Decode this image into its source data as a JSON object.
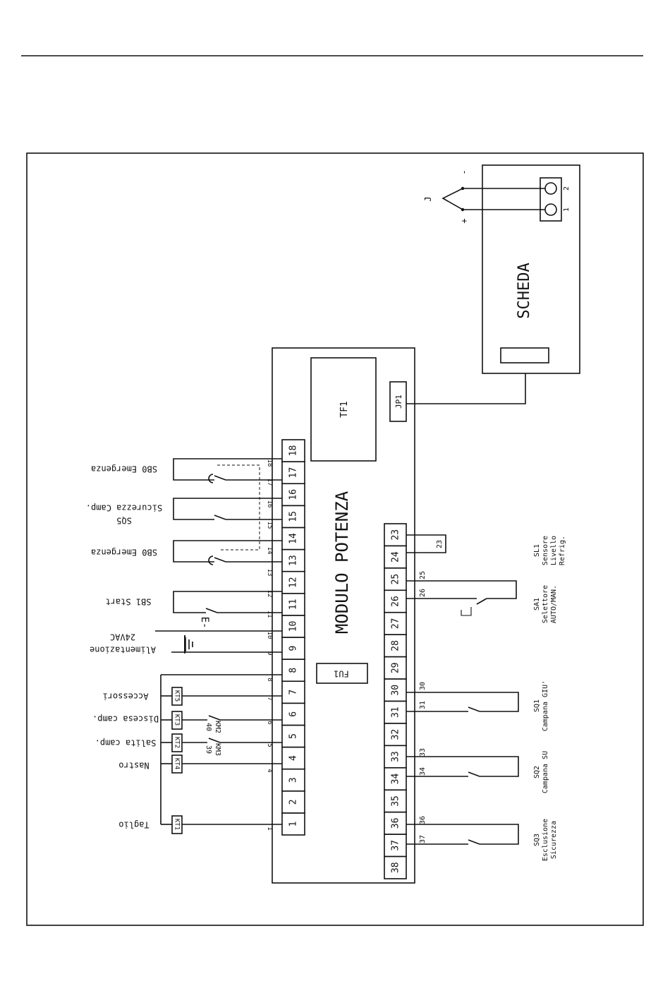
{
  "module": {
    "title": "MODULO POTENZA",
    "tf": "TF1",
    "jp": "JP1",
    "fuse": "FU1"
  },
  "scheda": {
    "title": "SCHEDA",
    "probe": "J",
    "plus": "+",
    "minus": "-",
    "pin1": "1",
    "pin2": "2"
  },
  "top_terminals": [
    "1",
    "2",
    "3",
    "4",
    "5",
    "6",
    "7",
    "8",
    "9",
    "10",
    "11",
    "12",
    "13",
    "14",
    "15",
    "16",
    "17",
    "18"
  ],
  "bottom_terminals": [
    "23",
    "24",
    "25",
    "26",
    "27",
    "28",
    "29",
    "30",
    "31",
    "32",
    "33",
    "34",
    "35",
    "36",
    "37",
    "38"
  ],
  "wire_labels": [
    "1",
    "4",
    "5",
    "6",
    "7",
    "8",
    "9",
    "10",
    "11",
    "12",
    "13",
    "14",
    "15",
    "16",
    "17",
    "18"
  ],
  "bottom_wire_labels": [
    "23",
    "25",
    "26",
    "30",
    "31",
    "33",
    "34",
    "36",
    "37"
  ],
  "relays": [
    "KT1",
    "KT4",
    "KT2",
    "KT3",
    "KT5"
  ],
  "contacts": {
    "km3_num": "39",
    "km3": "KM3",
    "km2_num": "40",
    "km2": "KM2",
    "sb1_symbol": "E-"
  },
  "top_labels": {
    "taglio": "Taglio",
    "nastro": "Nastro",
    "salita": "Salita camp.",
    "discesa": "Discesa camp.",
    "accessori": "Accessori",
    "alimentazione": "Alimentazione",
    "volt": "24VAC",
    "sb1": "SB1 Start",
    "sb0a": "SB0 Emergenza",
    "sq5_code": "SQ5",
    "sq5": "Sicurezza Camp.",
    "sb0b": "SB0 Emergenza"
  },
  "bottom_labels": {
    "sl1": [
      "SL1",
      "Sensore",
      "Livello",
      "Refrig."
    ],
    "sa1": [
      "SA1",
      "Selettore",
      "AUTO/MAN."
    ],
    "sq1": [
      "SQ1",
      "Campana GIU'"
    ],
    "sq2": [
      "SQ2",
      "Campana SU"
    ],
    "sq3": [
      "SQ3",
      "Esclusione",
      "Sicurezza"
    ]
  }
}
